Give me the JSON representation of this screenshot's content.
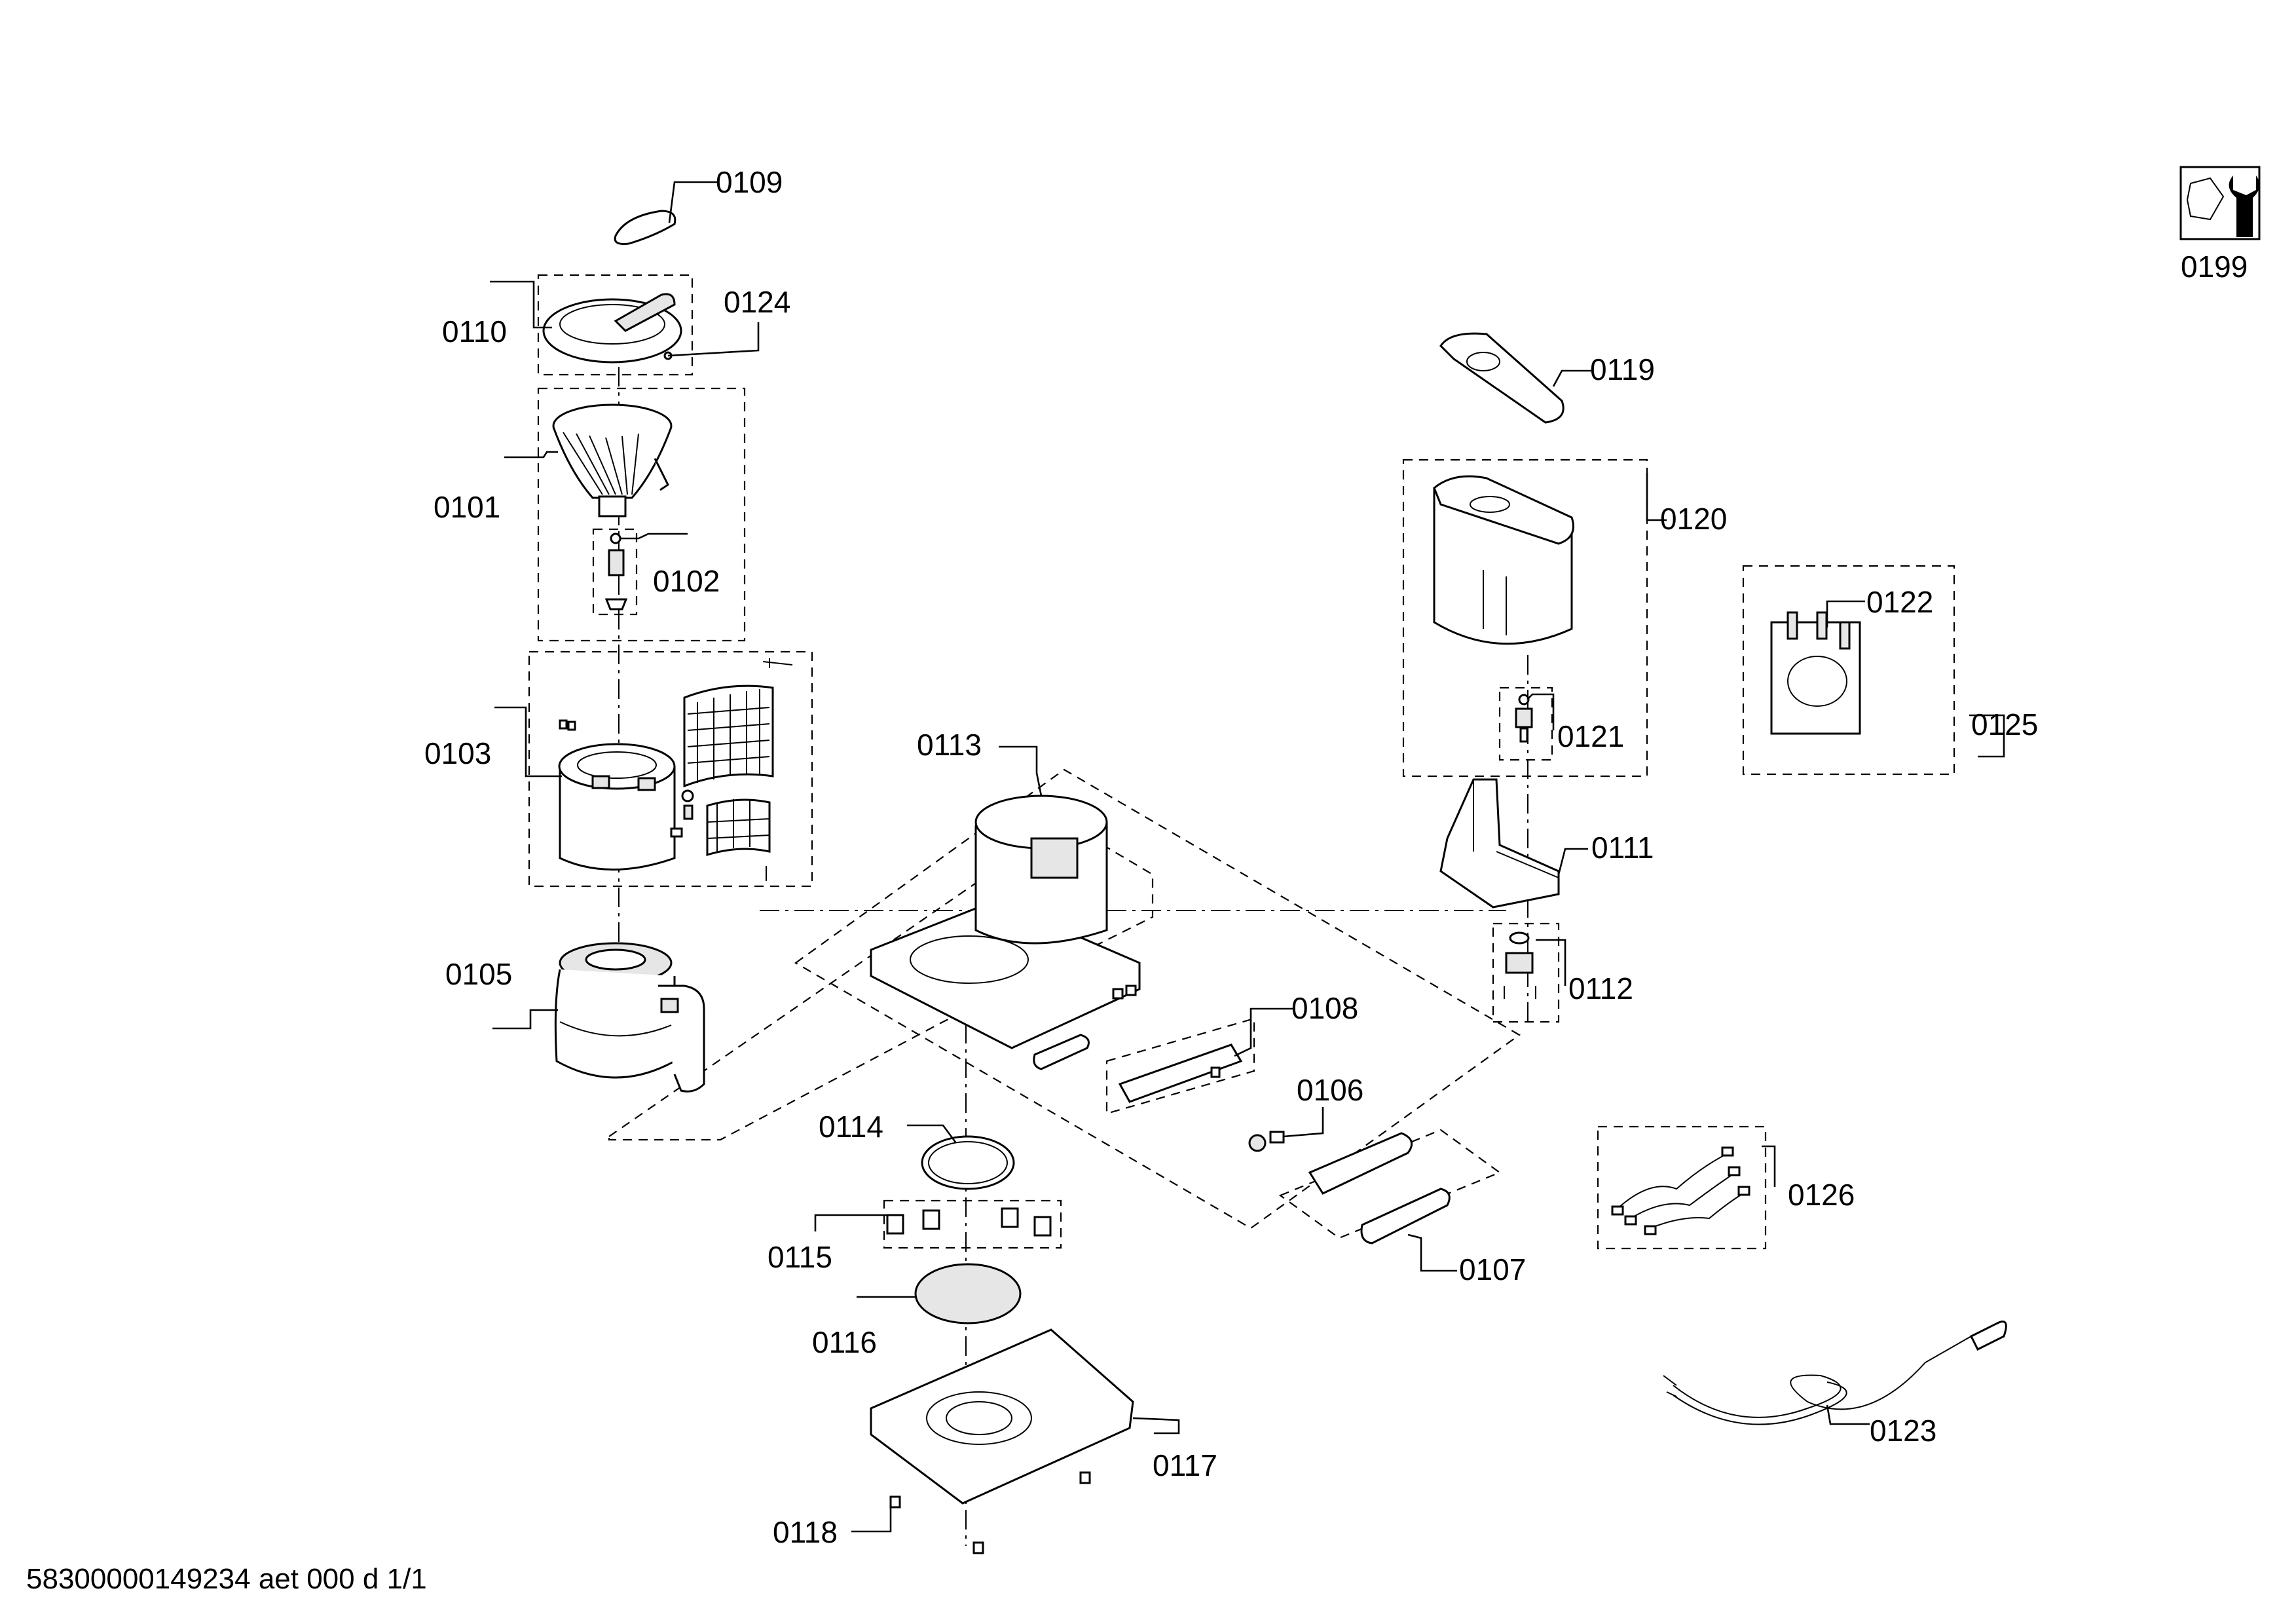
{
  "callouts": [
    {
      "id": "p0109",
      "label": "0109"
    },
    {
      "id": "p0110",
      "label": "0110"
    },
    {
      "id": "p0124",
      "label": "0124"
    },
    {
      "id": "p0101",
      "label": "0101"
    },
    {
      "id": "p0102",
      "label": "0102"
    },
    {
      "id": "p0103",
      "label": "0103"
    },
    {
      "id": "p0105",
      "label": "0105"
    },
    {
      "id": "p0113",
      "label": "0113"
    },
    {
      "id": "p0108",
      "label": "0108"
    },
    {
      "id": "p0106",
      "label": "0106"
    },
    {
      "id": "p0114",
      "label": "0114"
    },
    {
      "id": "p0115",
      "label": "0115"
    },
    {
      "id": "p0116",
      "label": "0116"
    },
    {
      "id": "p0117",
      "label": "0117"
    },
    {
      "id": "p0118",
      "label": "0118"
    },
    {
      "id": "p0107",
      "label": "0107"
    },
    {
      "id": "p0119",
      "label": "0119"
    },
    {
      "id": "p0120",
      "label": "0120"
    },
    {
      "id": "p0121",
      "label": "0121"
    },
    {
      "id": "p0111",
      "label": "0111"
    },
    {
      "id": "p0112",
      "label": "0112"
    },
    {
      "id": "p0122",
      "label": "0122"
    },
    {
      "id": "p0125",
      "label": "0125"
    },
    {
      "id": "p0126",
      "label": "0126"
    },
    {
      "id": "p0123",
      "label": "0123"
    },
    {
      "id": "p0199",
      "label": "0199"
    }
  ],
  "footer": {
    "document_id": "58300000149234 aet 000 d 1/1"
  },
  "icons": {
    "service_kit": "wrench-icon"
  }
}
